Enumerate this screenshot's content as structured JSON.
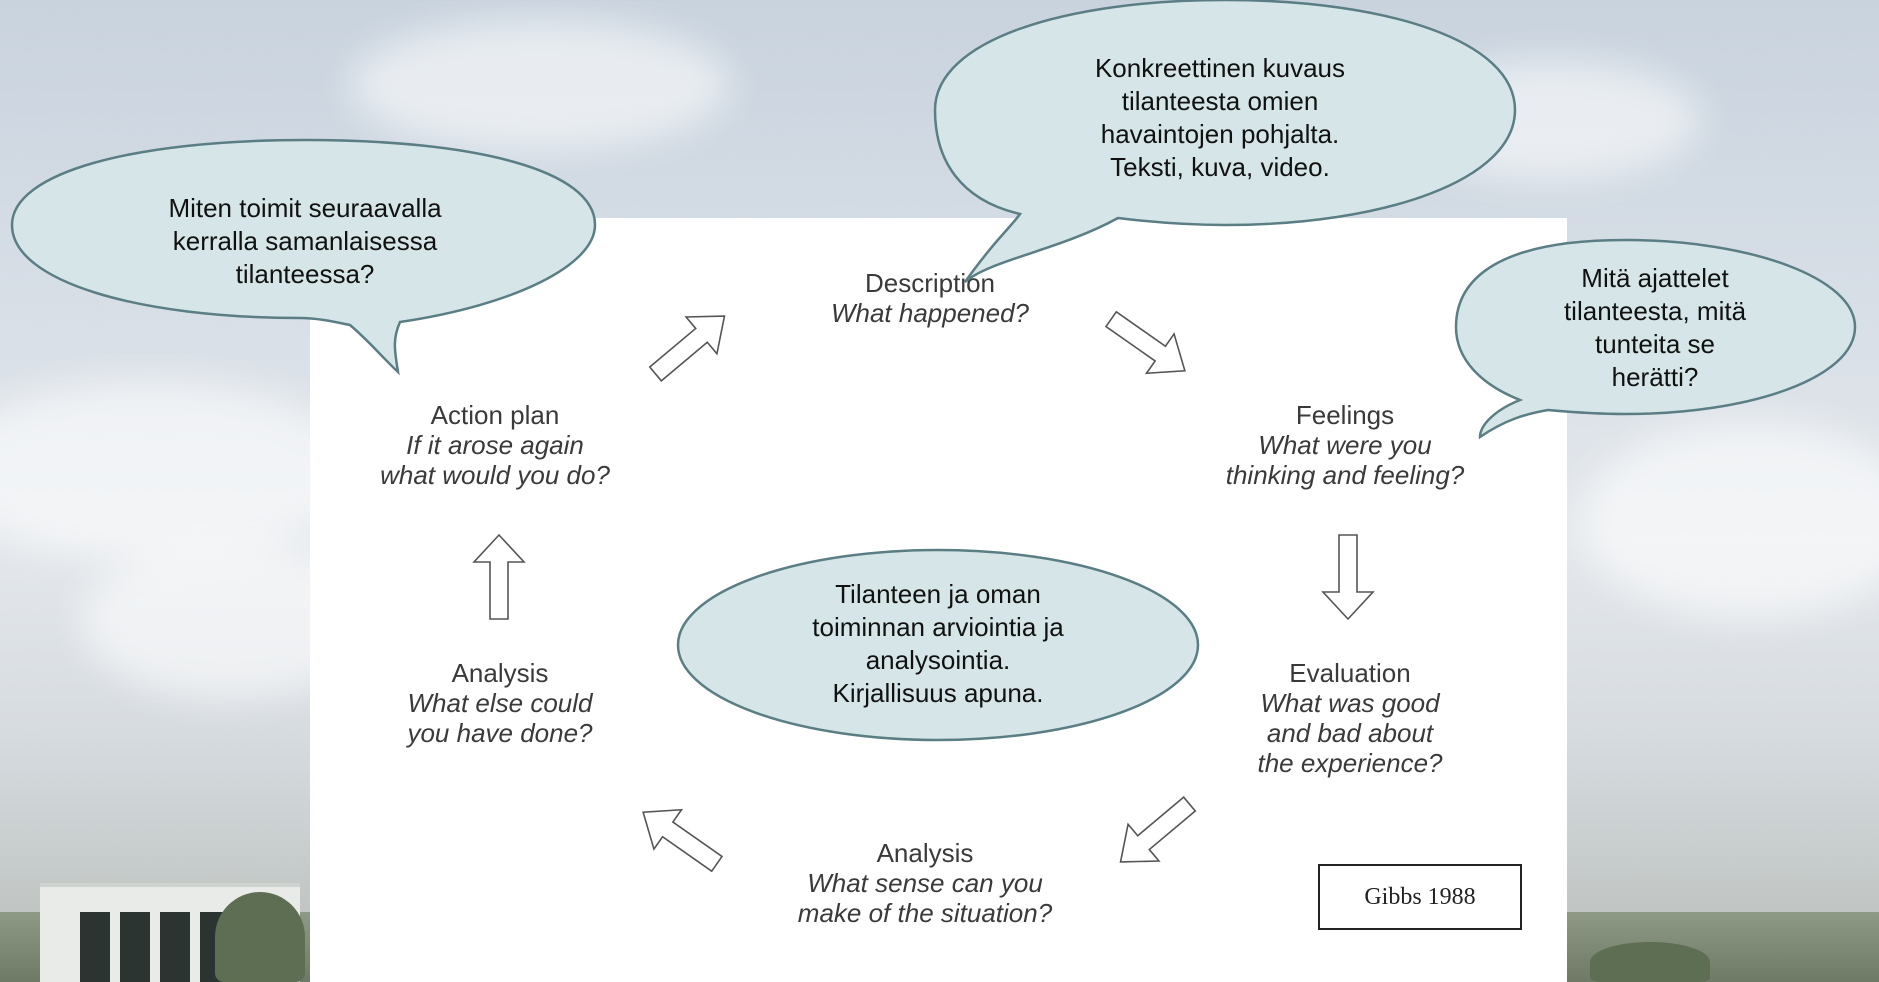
{
  "diagram": {
    "description": {
      "title": "Description",
      "subtitle": "What happened?"
    },
    "feelings": {
      "title": "Feelings",
      "subtitle_line1": "What were you",
      "subtitle_line2": "thinking and feeling?"
    },
    "evaluation": {
      "title": "Evaluation",
      "subtitle_line1": "What was good",
      "subtitle_line2": "and bad about",
      "subtitle_line3": "the experience?"
    },
    "analysis_bottom": {
      "title": "Analysis",
      "subtitle_line1": "What sense can you",
      "subtitle_line2": "make of the situation?"
    },
    "analysis_left": {
      "title": "Analysis",
      "subtitle_line1": "What else could",
      "subtitle_line2": "you have done?"
    },
    "action_plan": {
      "title": "Action plan",
      "subtitle_line1": "If it arose again",
      "subtitle_line2": "what would you do?"
    },
    "citation": "Gibbs 1988"
  },
  "bubbles": {
    "top": {
      "line1": "Konkreettinen kuvaus",
      "line2": "tilanteesta omien",
      "line3": "havaintojen pohjalta.",
      "line4": "Teksti, kuva, video."
    },
    "left": {
      "line1": "Miten toimit seuraavalla",
      "line2": "kerralla samanlaisessa",
      "line3": "tilanteessa?"
    },
    "right": {
      "line1": "Mitä ajattelet",
      "line2": "tilanteesta, mitä",
      "line3": "tunteita se",
      "line4": "herätti?"
    },
    "center": {
      "line1": "Tilanteen ja oman",
      "line2": "toiminnan arviointia ja",
      "line3": "analysointia.",
      "line4": "Kirjallisuus apuna."
    }
  },
  "colors": {
    "bubble_fill": "#d6e6e8",
    "bubble_stroke": "#5a7e84",
    "diagram_text": "#3a3a3a"
  }
}
